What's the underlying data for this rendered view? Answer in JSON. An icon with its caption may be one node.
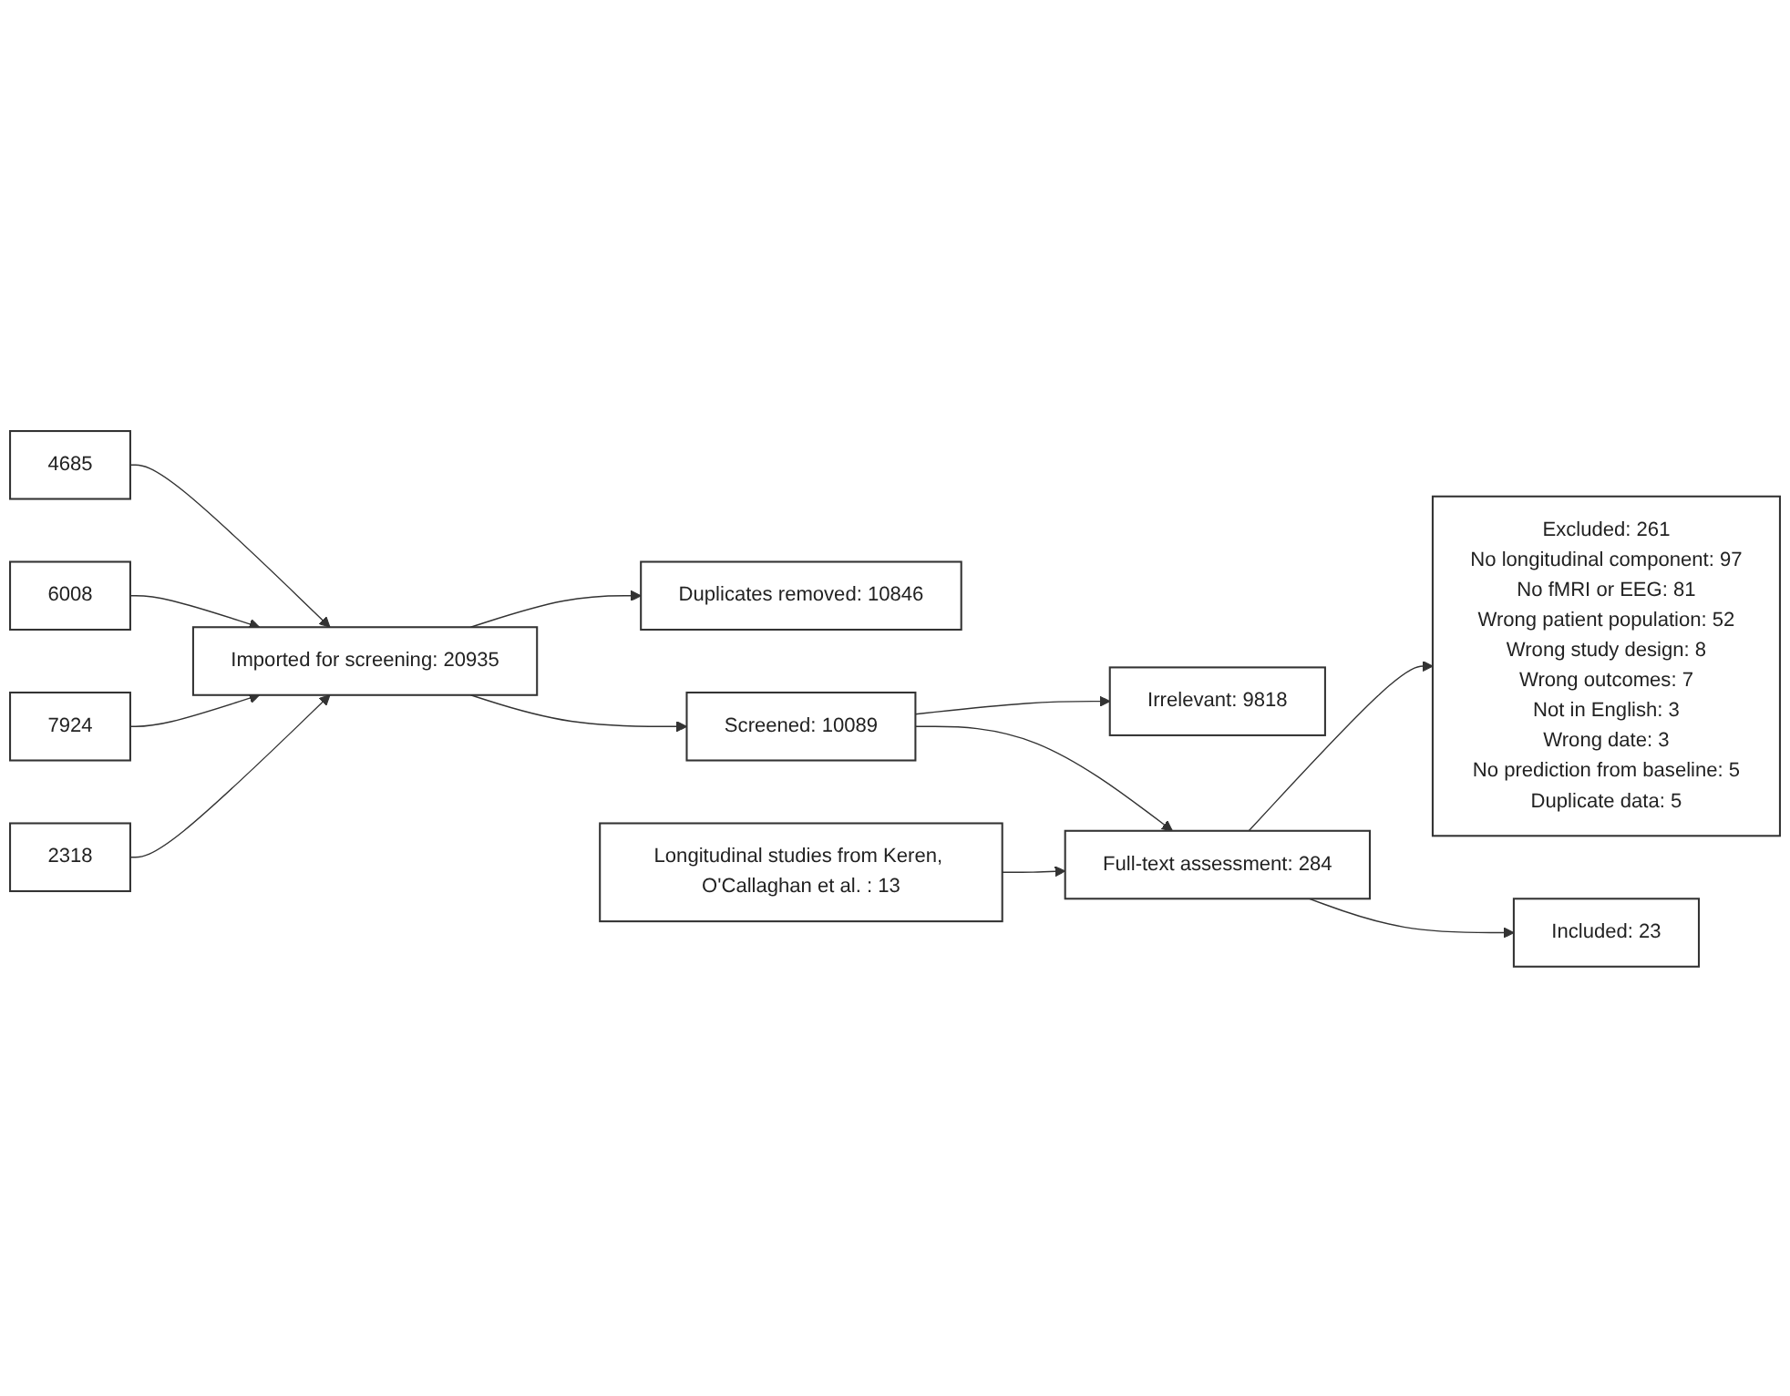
{
  "diagram": {
    "nodes": [
      {
        "text": [
          "4685"
        ]
      },
      {
        "text": [
          "6008"
        ]
      },
      {
        "text": [
          "7924"
        ]
      },
      {
        "text": [
          "2318"
        ]
      },
      {
        "text": [
          "Imported for screening: 20935"
        ]
      },
      {
        "text": [
          "Duplicates removed: 10846"
        ]
      },
      {
        "text": [
          "Screened: 10089"
        ]
      },
      {
        "text": [
          "Irrelevant: 9818"
        ]
      },
      {
        "text": [
          "Longitudinal studies from Keren, O'Callaghan et al. : 13"
        ]
      },
      {
        "text": [
          "Full-text assessment: 284"
        ]
      },
      {
        "text": [
          "Excluded: 261",
          "No longitudinal component: 97",
          "No fMRI or EEG: 81",
          "Wrong patient population: 52",
          "Wrong study design: 8",
          "Wrong outcomes: 7",
          "Not in English: 3",
          "Wrong date: 3",
          "No prediction from baseline: 5",
          "Duplicate data: 5"
        ]
      },
      {
        "text": [
          "Included: 23"
        ]
      }
    ],
    "edges": [
      {
        "from": 0,
        "to": 4,
        "arrow": "to"
      },
      {
        "from": 1,
        "to": 4,
        "arrow": "to"
      },
      {
        "from": 2,
        "to": 4,
        "arrow": "to"
      },
      {
        "from": 3,
        "to": 4,
        "arrow": "to"
      },
      {
        "from": 4,
        "to": 5,
        "arrow": "to"
      },
      {
        "from": 4,
        "to": 6,
        "arrow": "to"
      },
      {
        "from": 6,
        "to": 7,
        "arrow": "to"
      },
      {
        "from": 6,
        "to": 9,
        "arrow": "to"
      },
      {
        "from": 8,
        "to": 9,
        "arrow": "to"
      },
      {
        "from": 9,
        "to": 10,
        "arrow": "to"
      },
      {
        "from": 9,
        "to": 11,
        "arrow": "to"
      }
    ]
  }
}
